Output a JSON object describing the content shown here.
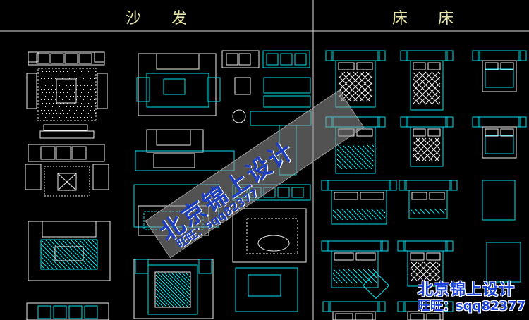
{
  "headers": {
    "sofa": "沙 发",
    "bed": "床 床"
  },
  "watermark_diagonal": {
    "title": "北京锦上设计",
    "line": "旺旺：sqq82377"
  },
  "watermark_corner": {
    "title": "北京锦上设计",
    "line": "旺旺：sqq82377"
  },
  "colors": {
    "background": "#000000",
    "cyan": "#00e5ee",
    "white": "#f0f0f0",
    "header": "#e8e6a8",
    "watermark": "#1e3fbf"
  }
}
